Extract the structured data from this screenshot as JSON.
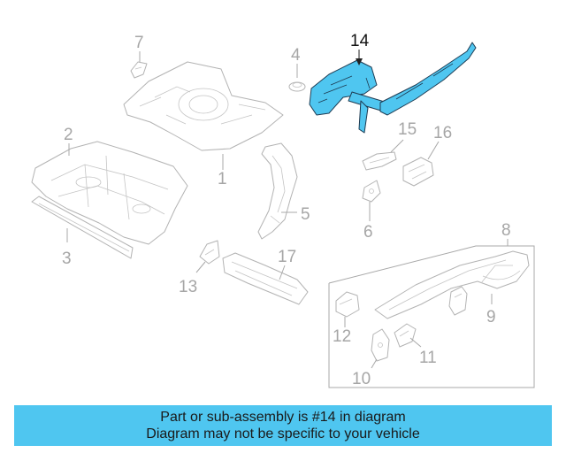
{
  "callouts": {
    "c1": "1",
    "c2": "2",
    "c3": "3",
    "c4": "4",
    "c5": "5",
    "c6": "6",
    "c7": "7",
    "c8": "8",
    "c9": "9",
    "c10": "10",
    "c11": "11",
    "c12": "12",
    "c13": "13",
    "c14": "14",
    "c15": "15",
    "c16": "16",
    "c17": "17"
  },
  "highlight": {
    "part": "14",
    "color": "#4fc6f0"
  },
  "banner": {
    "line1": "Part or sub-assembly is #14 in diagram",
    "line2": "Diagram may not be specific to your vehicle",
    "color": "#4fc6f0"
  }
}
